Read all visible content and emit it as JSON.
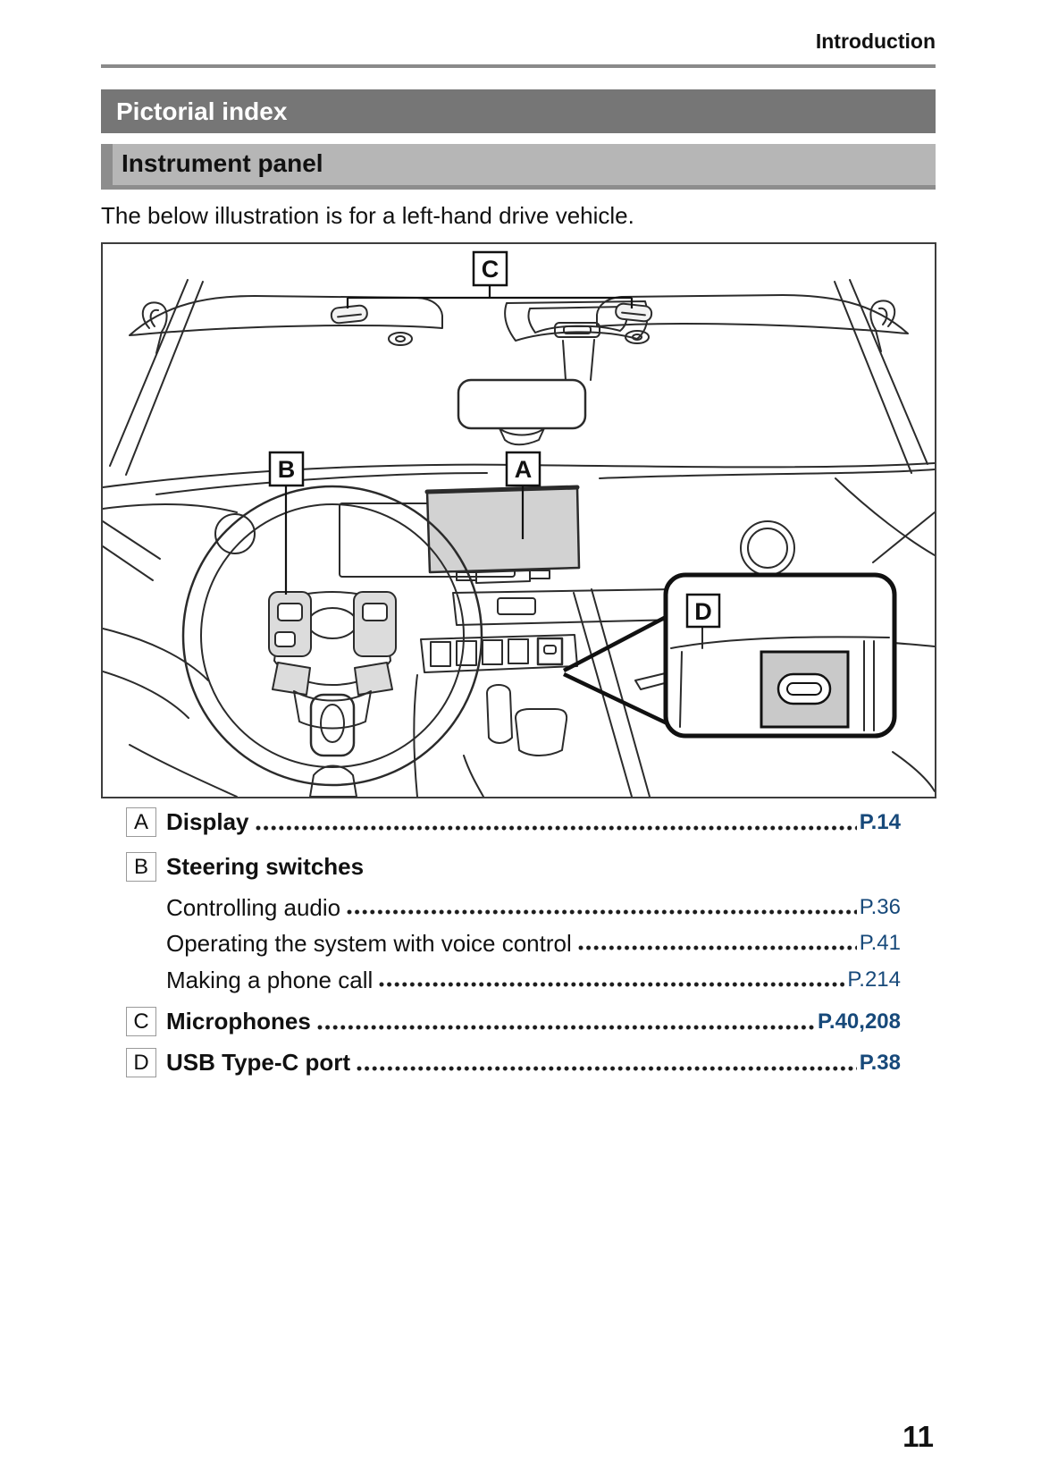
{
  "page": {
    "header": "Introduction",
    "number": "11"
  },
  "titles": {
    "chapter": "Pictorial index",
    "section": "Instrument panel"
  },
  "intro": "The below illustration is for a left-hand drive vehicle.",
  "figure": {
    "description": "Line drawing of instrument panel, left-hand drive vehicle",
    "callouts": {
      "a": "A",
      "b": "B",
      "c": "C",
      "d": "D"
    }
  },
  "index": {
    "items": [
      {
        "letter": "A",
        "label": "Display",
        "page": "P.14"
      },
      {
        "letter": "B",
        "label": "Steering switches",
        "page": ""
      },
      {
        "letter": "C",
        "label": "Microphones",
        "page": "P.40,208"
      },
      {
        "letter": "D",
        "label": "USB Type-C port",
        "page": "P.38"
      }
    ],
    "sub_items": [
      {
        "label": "Controlling audio",
        "page": "P.36"
      },
      {
        "label": "Operating the system with voice control",
        "page": "P.41"
      },
      {
        "label": "Making a phone call",
        "page": "P.214"
      }
    ]
  },
  "colors": {
    "chapter_bar": "#767676",
    "section_bar": "#b6b6b6",
    "section_accent": "#8d8d8d",
    "header_rule": "#8a8a8a",
    "page_ref_blue": "#17497a",
    "figure_gray_fill": "#d2d2d2"
  }
}
